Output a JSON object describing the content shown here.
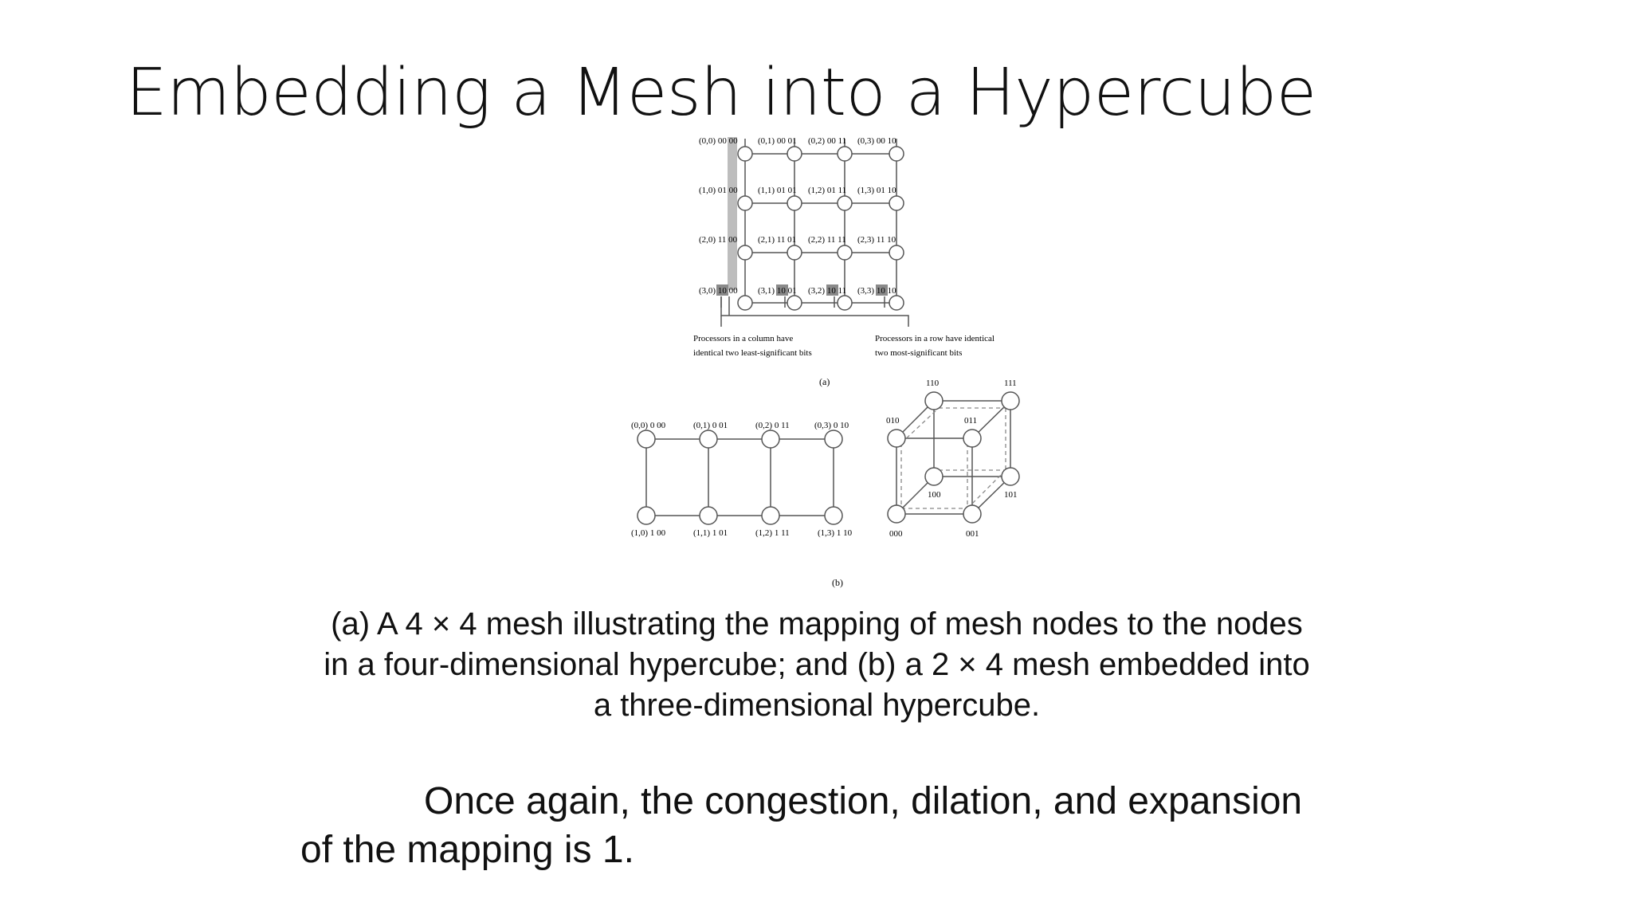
{
  "slide": {
    "title": "Embedding a Mesh into a Hypercube",
    "caption_lines": [
      "(a) A 4 × 4 mesh illustrating the mapping of mesh nodes to the nodes",
      "in a four-dimensional hypercube; and (b) a 2 × 4 mesh embedded into",
      "a three-dimensional hypercube."
    ],
    "conclusion_lines": [
      "Once again, the congestion, dilation, and expansion",
      "of the mapping is 1."
    ]
  },
  "figure_a": {
    "label": "(a)",
    "rows": [
      [
        {
          "coord": "(0,0)",
          "code": "00 00"
        },
        {
          "coord": "(0,1)",
          "code": "00 01"
        },
        {
          "coord": "(0,2)",
          "code": "00 11"
        },
        {
          "coord": "(0,3)",
          "code": "00 10"
        }
      ],
      [
        {
          "coord": "(1,0)",
          "code": "01 00"
        },
        {
          "coord": "(1,1)",
          "code": "01 01"
        },
        {
          "coord": "(1,2)",
          "code": "01 11"
        },
        {
          "coord": "(1,3)",
          "code": "01 10"
        }
      ],
      [
        {
          "coord": "(2,0)",
          "code": "11 00"
        },
        {
          "coord": "(2,1)",
          "code": "11 01"
        },
        {
          "coord": "(2,2)",
          "code": "11 11"
        },
        {
          "coord": "(2,3)",
          "code": "11 10"
        }
      ],
      [
        {
          "coord": "(3,0)",
          "code": "10 00"
        },
        {
          "coord": "(3,1)",
          "code": "10 01"
        },
        {
          "coord": "(3,2)",
          "code": "10 11"
        },
        {
          "coord": "(3,3)",
          "code": "10 10"
        }
      ]
    ],
    "note_column": [
      "Processors in a column have",
      "identical two least-significant bits"
    ],
    "note_row": [
      "Processors in a row have identical",
      "two most-significant bits"
    ]
  },
  "figure_b": {
    "label": "(b)",
    "mesh_top": [
      {
        "coord": "(0,0)",
        "code": "0 00"
      },
      {
        "coord": "(0,1)",
        "code": "0 01"
      },
      {
        "coord": "(0,2)",
        "code": "0 11"
      },
      {
        "coord": "(0,3)",
        "code": "0 10"
      }
    ],
    "mesh_bottom": [
      {
        "coord": "(1,0)",
        "code": "1 00"
      },
      {
        "coord": "(1,1)",
        "code": "1 01"
      },
      {
        "coord": "(1,2)",
        "code": "1 11"
      },
      {
        "coord": "(1,3)",
        "code": "1 10"
      }
    ],
    "cube_labels": {
      "back_top_left": "110",
      "back_top_right": "111",
      "front_top_left": "010",
      "front_top_right": "011",
      "back_bottom_left": "100",
      "back_bottom_right": "101",
      "front_bottom_left": "000",
      "front_bottom_right": "001"
    }
  }
}
